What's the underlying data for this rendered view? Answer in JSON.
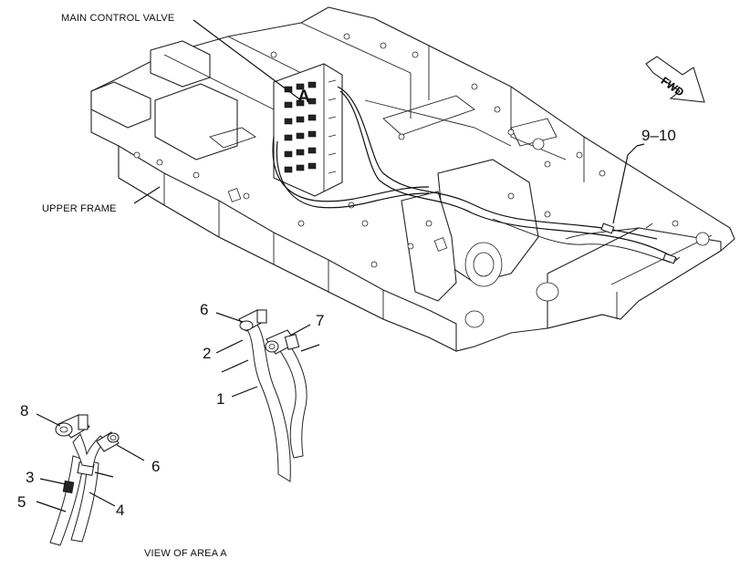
{
  "labels": {
    "main_control_valve": "MAIN CONTROL VALVE",
    "upper_frame": "UPPER FRAME",
    "view_of_area": "VIEW OF AREA A",
    "area_marker": "A",
    "fwd": "FWD"
  },
  "callouts": {
    "c9_10": "9–10",
    "c6_top": "6",
    "c7": "7",
    "c2": "2",
    "c1": "1",
    "c8": "8",
    "c6_bottom": "6",
    "c3": "3",
    "c5": "5",
    "c4": "4"
  }
}
